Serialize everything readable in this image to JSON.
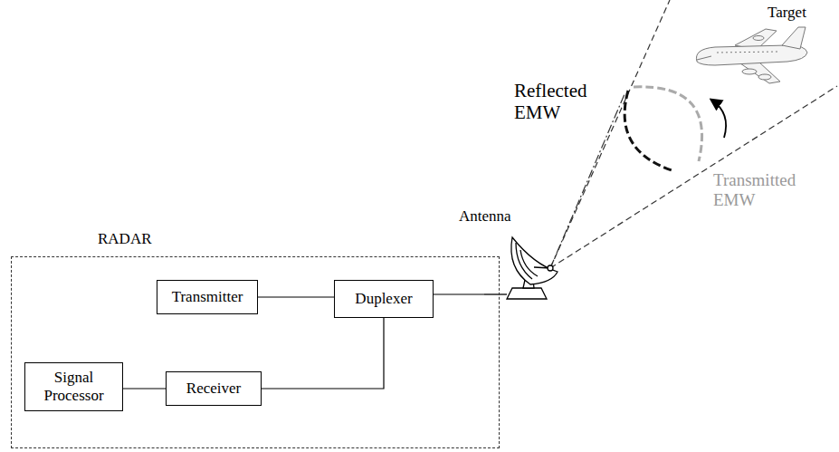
{
  "diagram": {
    "nodes": [
      {
        "text": [
          "RADAR"
        ]
      },
      {
        "text": [
          "Transmitter"
        ],
        "in": 0
      },
      {
        "text": [
          "Duplexer"
        ],
        "in": 0
      },
      {
        "text": [
          "Signal Processor"
        ],
        "in": 0
      },
      {
        "text": [
          "Receiver"
        ],
        "in": 0
      }
    ],
    "edges": [
      {
        "from": 1,
        "to": 2,
        "arrow": "none"
      },
      {
        "from": 2,
        "to": 4,
        "arrow": "none"
      },
      {
        "from": 4,
        "to": 3,
        "arrow": "none"
      }
    ],
    "labels": [
      "Antenna",
      "Target",
      "Reflected EMW",
      "Transmitted EMW"
    ]
  }
}
